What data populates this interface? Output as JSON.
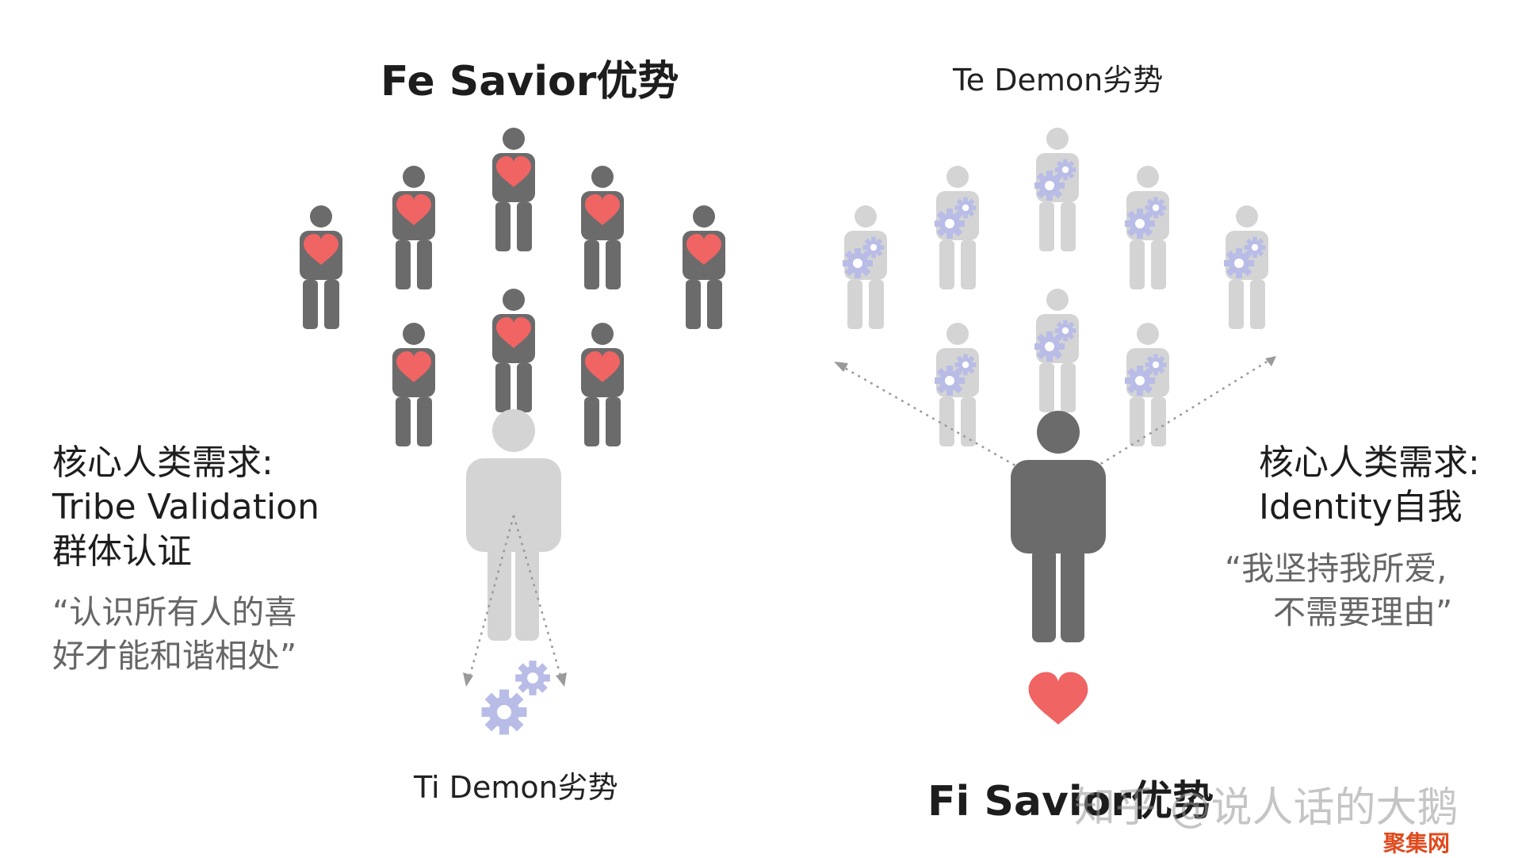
{
  "left": {
    "title": "Fe Savior优势",
    "bottom_label": "Ti Demon劣势",
    "need_heading": "核心人类需求:",
    "need_line1": "Tribe Validation",
    "need_line2": "群体认证",
    "quote_line1": "“认识所有人的喜",
    "quote_line2": "好才能和谐相处”"
  },
  "right": {
    "title": "Te Demon劣势",
    "bottom_label": "Fi Savior优势",
    "need_heading": "核心人类需求:",
    "need_line1": "Identity自我",
    "quote_line1": "“我坚持我所爱,",
    "quote_line2": "不需要理由”"
  },
  "watermark": {
    "text": "知乎 @说人话的大鹅",
    "site": "聚集网"
  },
  "colors": {
    "person_dark": "#6b6b6b",
    "person_light": "#d4d4d4",
    "heart": "#f06464",
    "gear": "#b8bce6",
    "arrow": "#9a9a9a"
  },
  "icons": [
    "person-icon",
    "heart-icon",
    "gear-icon",
    "dotted-arrow"
  ]
}
